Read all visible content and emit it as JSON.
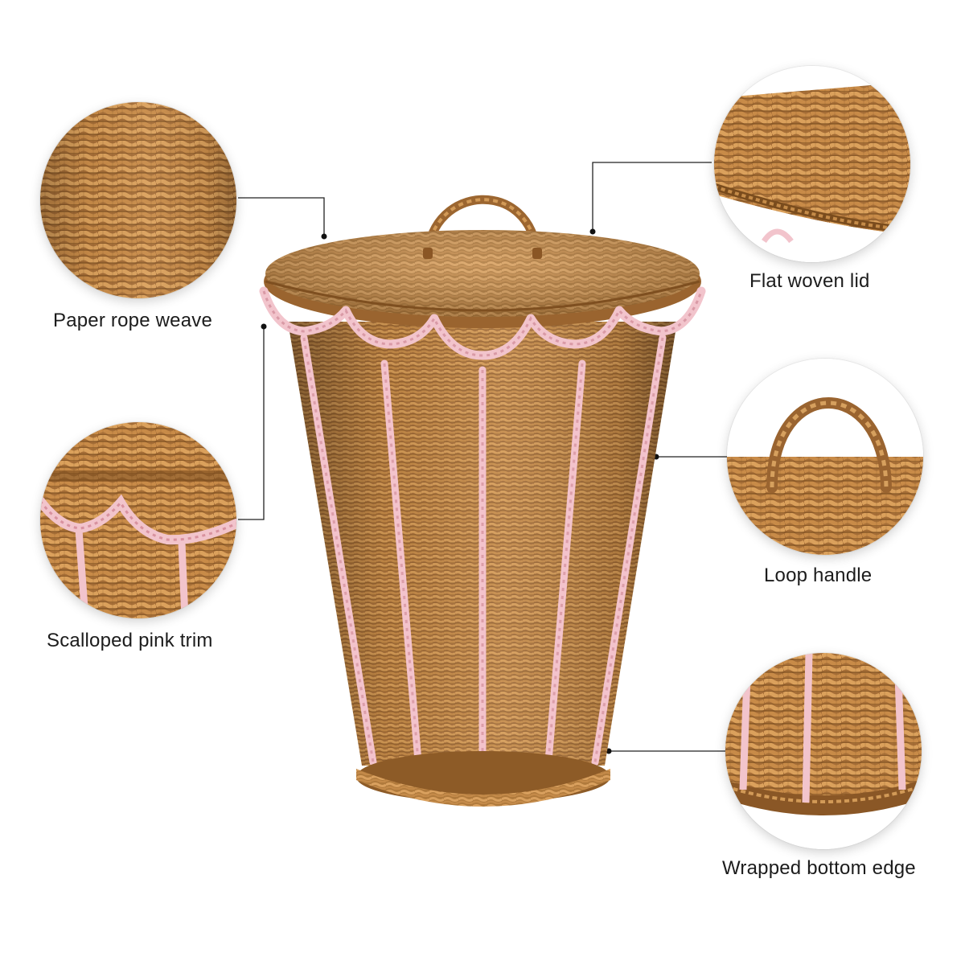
{
  "callouts": {
    "paper_rope_weave": "Paper rope weave",
    "flat_woven_lid": "Flat woven lid",
    "scalloped_pink_trim": "Scalloped pink trim",
    "loop_handle": "Loop handle",
    "wrapped_bottom_edge": "Wrapped bottom edge"
  },
  "colors": {
    "wicker": "#b07a3c",
    "wicker_dark": "#7d5122",
    "wicker_light": "#d59c58",
    "trim_pink": "#f2c4cc",
    "background": "#ffffff",
    "leader_line": "#222222"
  }
}
